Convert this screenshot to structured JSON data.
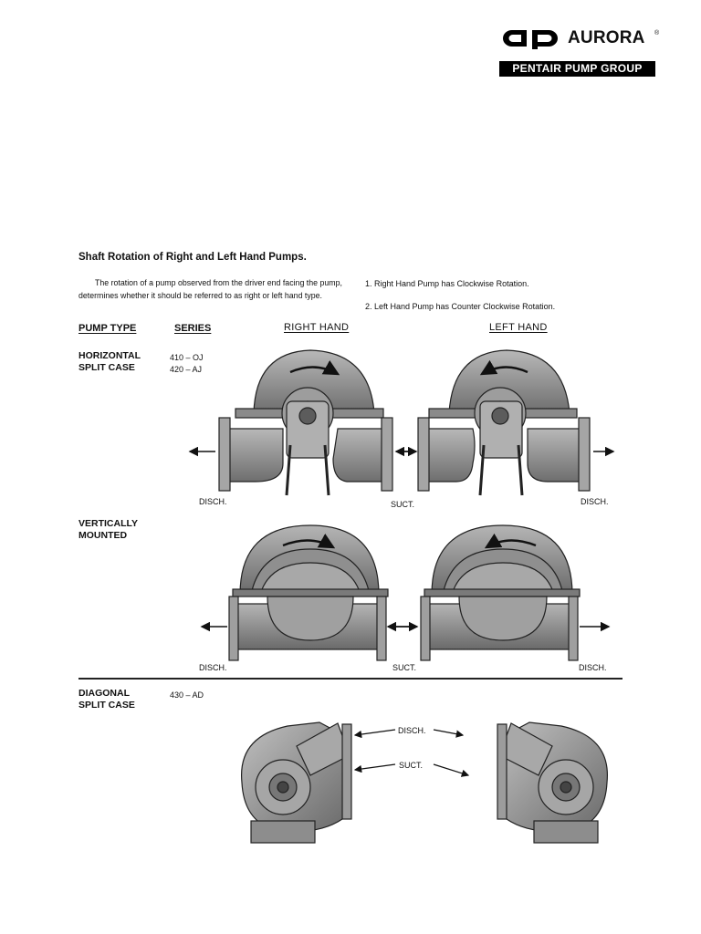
{
  "logo": {
    "mark": "ap",
    "brand": "AURORA",
    "registered": "®",
    "group": "PENTAIR PUMP GROUP"
  },
  "title": "Shaft Rotation of Right and Left Hand Pumps.",
  "intro": "The rotation of a pump observed from the driver end facing the pump, determines whether it should be referred to as right or left hand type.",
  "notes": [
    "1.  Right Hand Pump has Clockwise Rotation.",
    "2.  Left Hand Pump has Counter Clockwise Rotation."
  ],
  "headers": {
    "pump_type": "PUMP TYPE",
    "series": "SERIES",
    "right_hand": "RIGHT HAND",
    "left_hand": "LEFT HAND"
  },
  "rows": [
    {
      "type_lines": [
        "HORIZONTAL",
        "SPLIT CASE"
      ],
      "series": [
        "410 – OJ",
        "420 – AJ"
      ],
      "labels": {
        "left": "DISCH.",
        "middle": "SUCT.",
        "right": "DISCH."
      }
    },
    {
      "type_lines": [
        "VERTICALLY",
        "MOUNTED"
      ],
      "series": [],
      "labels": {
        "left": "DISCH.",
        "middle": "SUCT.",
        "right": "DISCH."
      }
    },
    {
      "type_lines": [
        "DIAGONAL",
        "SPLIT CASE"
      ],
      "series": [
        "430 – AD"
      ],
      "labels": {
        "disch": "DISCH.",
        "suct": "SUCT."
      }
    }
  ],
  "icons": [
    "ap-logo-mark",
    "pump-illustration",
    "rotation-arrow",
    "flow-arrow"
  ],
  "colors": {
    "ink": "#111111",
    "pump_fill": "#9a9a9a",
    "pump_dark": "#5c5c5c",
    "background": "#ffffff"
  }
}
